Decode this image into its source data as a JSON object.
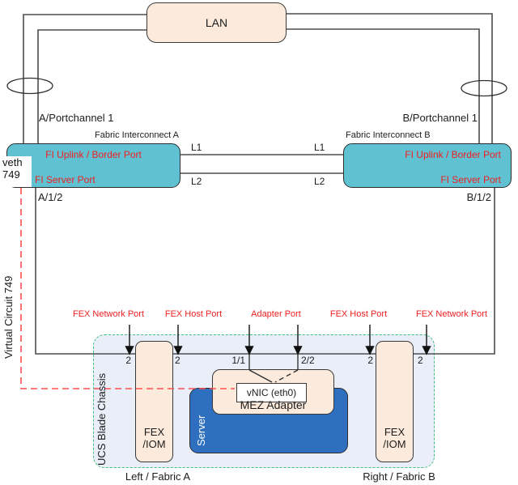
{
  "lan_label": "LAN",
  "fi_a": {
    "portchannel": "A/Portchannel 1",
    "title": "Fabric Interconnect A",
    "uplink": "FI Uplink / Border Port",
    "veth1": "veth",
    "veth2": "749",
    "server_port": "FI Server Port",
    "downlink": "A/1/2"
  },
  "fi_b": {
    "portchannel": "B/Portchannel 1",
    "title": "Fabric Interconnect B",
    "uplink": "FI Uplink / Border Port",
    "server_port": "FI Server Port",
    "downlink": "B/1/2"
  },
  "links": {
    "l1": "L1",
    "l2": "L2"
  },
  "virtual_circuit": "Virtual Circuit 749",
  "callouts": {
    "fex_network": "FEX Network Port",
    "fex_host": "FEX Host Port",
    "adapter": "Adapter Port"
  },
  "chassis": {
    "title": "UCS Blade Chassis",
    "ports": {
      "a_network": "2",
      "a_host": "2",
      "adapter_a": "1/1",
      "adapter_b": "2/2",
      "b_host": "2",
      "b_network": "2"
    },
    "fex_line1": "FEX",
    "fex_line2": "/IOM",
    "server_label": "Server",
    "mez_label": "MEZ Adapter",
    "vnic_label": "vNIC (eth0)"
  },
  "footer": {
    "left": "Left / Fabric A",
    "right": "Right / Fabric B"
  },
  "colors": {
    "node_fill": "#fcebdc",
    "fi_fill": "#60c1d3",
    "server_fill": "#2e6fc0",
    "chassis_fill": "#e9eef8",
    "chassis_border": "#3fc07d",
    "wire": "#4d4d4d",
    "red_label": "#ee2020",
    "red_wire": "#fb4f4f"
  }
}
